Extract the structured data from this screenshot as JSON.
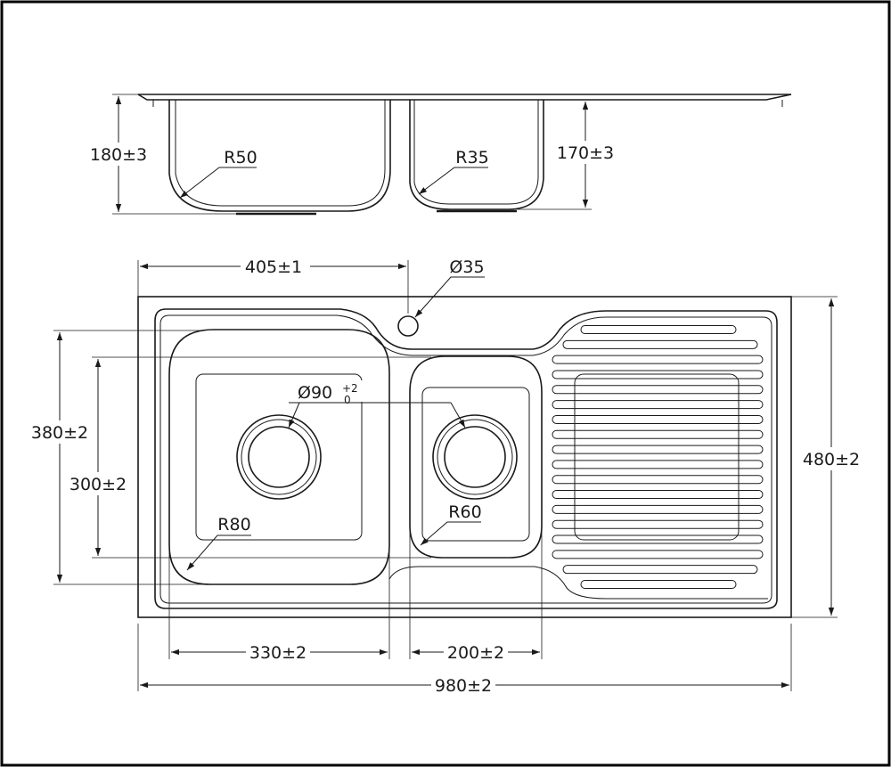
{
  "side_view": {
    "left_depth": "180±3",
    "left_radius": "R50",
    "right_radius": "R35",
    "right_depth": "170±3"
  },
  "plan_view": {
    "bowl_offset": "405±1",
    "tap_hole": "Ø35",
    "waste_diameter": "Ø90",
    "waste_tol_upper": "+2",
    "waste_tol_lower": "0",
    "large_bowl_length": "380±2",
    "small_bowl_length": "300±2",
    "overall_depth": "480±2",
    "large_bowl_radius": "R80",
    "small_bowl_radius": "R60",
    "large_bowl_width": "330±2",
    "small_bowl_width": "200±2",
    "overall_width": "980±2"
  },
  "colors": {
    "line": "#1a1a1a",
    "paper": "#ffffff",
    "frame": "#000000"
  }
}
